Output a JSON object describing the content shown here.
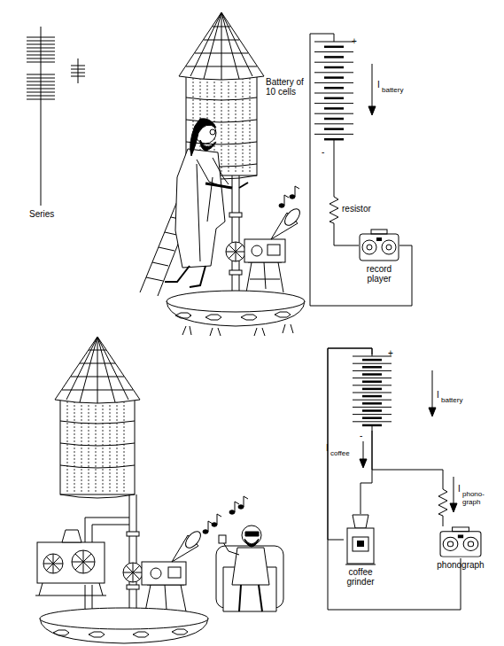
{
  "diagram": {
    "nodes": [
      {
        "text": [
          "Battery of 10 cells",
          "+",
          "-"
        ]
      },
      {
        "text": [
          "record player"
        ]
      },
      {
        "text": [
          "+",
          "-"
        ]
      },
      {
        "text": [
          "coffee grinder"
        ]
      },
      {
        "text": [
          "phonograph"
        ]
      }
    ],
    "edges": [
      {
        "from": 0,
        "to": 1,
        "arrow": "none"
      },
      {
        "from": 1,
        "to": 0,
        "arrow": "none"
      },
      {
        "from": 2,
        "to": 3,
        "arrow": "none"
      },
      {
        "from": 2,
        "to": 4,
        "arrow": "none"
      },
      {
        "from": 3,
        "to": 2,
        "arrow": "none"
      },
      {
        "from": 4,
        "to": 2,
        "arrow": "none"
      }
    ],
    "labels": [
      "Series",
      "I",
      "battery",
      "resistor",
      "I",
      "battery",
      "I",
      "coffee",
      "I",
      "phono- graph"
    ]
  }
}
